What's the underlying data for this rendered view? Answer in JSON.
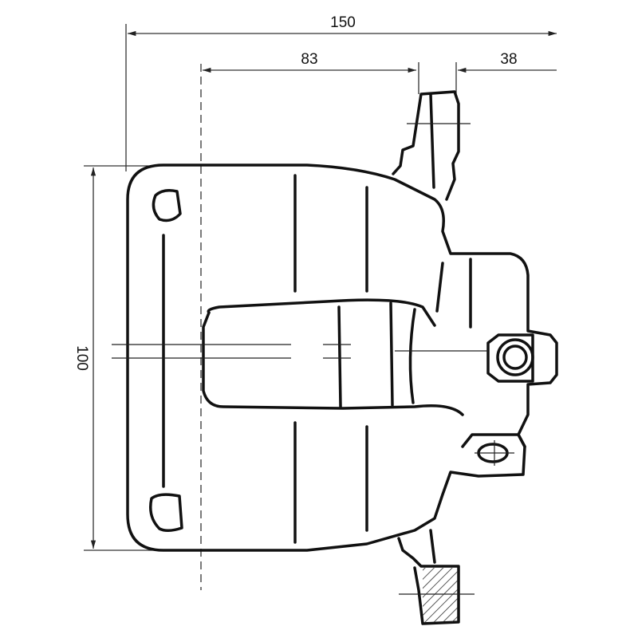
{
  "dimensions": {
    "overall_width": "150",
    "inner_width": "83",
    "bracket_width": "38",
    "height": "100"
  },
  "colors": {
    "line": "#111111",
    "dim_line": "#333333"
  }
}
